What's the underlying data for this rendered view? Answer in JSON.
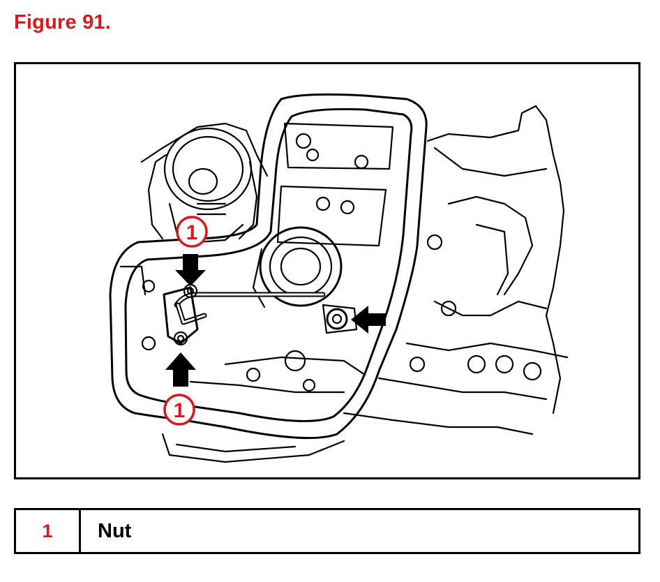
{
  "figure": {
    "title": "Figure 91."
  },
  "callouts": [
    {
      "number": "1"
    },
    {
      "number": "1"
    }
  ],
  "legend": {
    "rows": [
      {
        "number": "1",
        "description": "Nut"
      }
    ]
  },
  "colors": {
    "accent": "#d71920",
    "line": "#000000",
    "background": "#ffffff"
  },
  "icons": [
    "arrow-down-icon",
    "arrow-up-icon",
    "arrow-left-icon"
  ]
}
